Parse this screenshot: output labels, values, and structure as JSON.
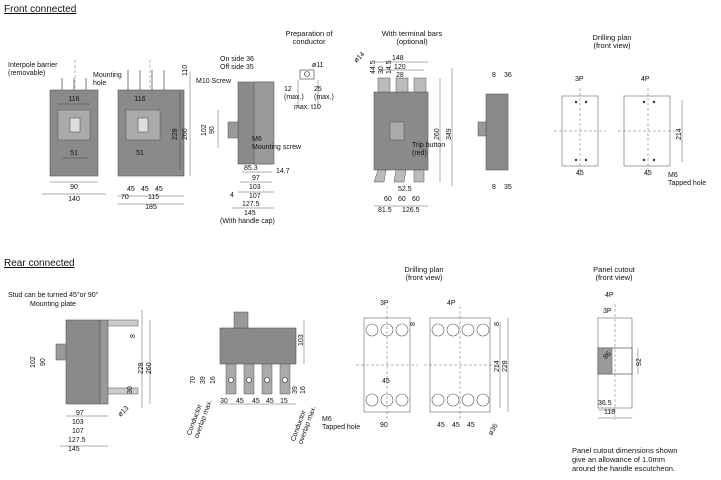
{
  "sections": {
    "front": "Front connected",
    "rear": "Rear connected"
  },
  "front": {
    "interpole_barrier": "Interpole barrier\n(removable)",
    "mounting_hole": "Mounting\nhole",
    "dims_front": {
      "d116a": "116",
      "d51a": "51",
      "d90": "90",
      "d140": "140",
      "d116b": "116",
      "d51b": "51",
      "d45a": "45",
      "d45b": "45",
      "d45c": "45",
      "d70": "70",
      "d115": "115",
      "d185": "185",
      "d110": "110",
      "d228": "228",
      "d260": "260"
    },
    "side": {
      "on_side": "On side 36",
      "off_side": "Off side 35",
      "m10": "M10 Screw",
      "m6": "M6\nMounting screw",
      "d102": "102",
      "d90": "90",
      "d85_3": "85.3",
      "d97": "97",
      "d103": "103",
      "d107": "107",
      "d127_5": "127.5",
      "d145": "145",
      "d14_7": "14.7",
      "d4": "4",
      "handle_cap": "(With handle cap)"
    },
    "conductor": {
      "title": "Preparation of\nconductor",
      "d11": "ø11",
      "d12": "12\n(max.)",
      "d25": "25\n(max.)",
      "t10": "max. t10"
    },
    "terminal": {
      "title": "With terminal bars\n(optional)",
      "d148": "148",
      "d120": "120",
      "d28": "28",
      "d14": "ø14",
      "d30": "30",
      "d14_5": "14.5",
      "d44_5": "44.5",
      "d260": "260",
      "d349": "349",
      "trip": "Trip button\n(red)",
      "d52_5": "52.5",
      "d60a": "60",
      "d60b": "60",
      "d60c": "60",
      "d81_5": "81.5",
      "d126_5": "126.5",
      "d8a": "8",
      "d36": "36",
      "d8b": "8",
      "d35": "35"
    },
    "drilling": {
      "title": "Drilling plan\n(front view)",
      "p3": "3P",
      "p4": "4P",
      "d214": "214",
      "d45": "45",
      "m6": "M6\nTapped hole"
    }
  },
  "rear": {
    "stud": "Stud can be turned 45°or 90°",
    "plate": "Mounting plate",
    "side": {
      "d102": "102",
      "d90": "90",
      "d228": "228",
      "d260": "260",
      "d30": "30",
      "d8": "8",
      "d13": "ø13",
      "d97": "97",
      "d103": "103",
      "d107": "107",
      "d127_5": "127.5",
      "d145": "145"
    },
    "mid": {
      "d103": "103",
      "d70": "70",
      "d39a": "39",
      "d16a": "16",
      "d30": "30",
      "d45a": "45",
      "d45b": "45",
      "d45c": "45",
      "d15": "15",
      "d39b": "39",
      "d16b": "16",
      "cond1": "Conductor\noverlap max.",
      "cond2": "Conductor\noverlap max."
    },
    "drilling": {
      "title": "Drilling plan\n(front view)",
      "p3": "3P",
      "p4": "4P",
      "d8a": "8",
      "d8b": "8",
      "d214": "214",
      "d228": "228",
      "d45": "45",
      "d90": "90",
      "d45a": "45",
      "d45b": "45",
      "d45c": "45",
      "d36": "ø36",
      "m6": "M6\nTapped hole"
    },
    "cutout": {
      "title": "Panel cutout\n(front view)",
      "p4": "4P",
      "p3": "3P",
      "d92": "92",
      "d36_5": "36.5",
      "d118": "118",
      "d86": "86",
      "note": "Panel cutout dimensions shown\ngive an allowance of 1.0mm\naround the handle escutcheon."
    }
  }
}
